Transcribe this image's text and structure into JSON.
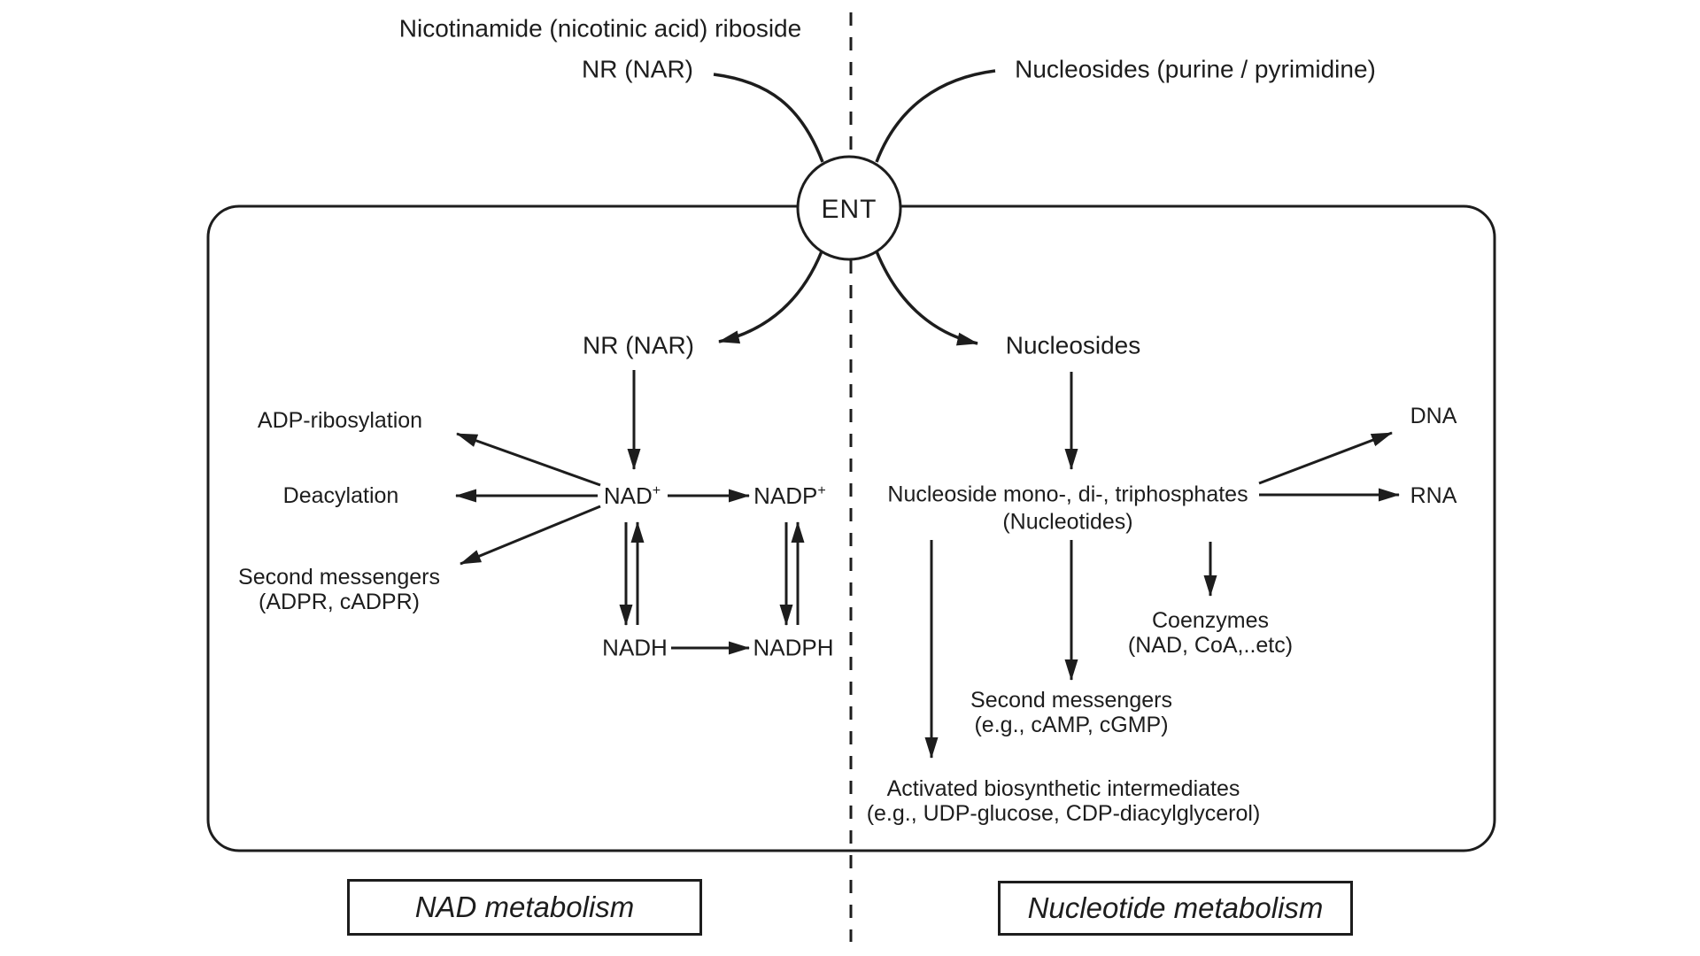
{
  "colors": {
    "ink": "#1d1d1d",
    "background": "#ffffff"
  },
  "extracellular": {
    "nr_title": "Nicotinamide (nicotinic acid) riboside",
    "nr_label": "NR (NAR)",
    "nucleosides_label": "Nucleosides (purine / pyrimidine)"
  },
  "transporter": {
    "label": "ENT"
  },
  "nad_side": {
    "nr_label": "NR (NAR)",
    "nad": {
      "base": "NAD",
      "sup": "+"
    },
    "nadp": {
      "base": "NADP",
      "sup": "+"
    },
    "nadh": "NADH",
    "nadph": "NADPH",
    "adp_ribosylation": "ADP-ribosylation",
    "deacylation": "Deacylation",
    "second_messengers_line1": "Second messengers",
    "second_messengers_line2": "(ADPR, cADPR)",
    "section_label": "NAD metabolism"
  },
  "nucleotide_side": {
    "nucleosides_label": "Nucleosides",
    "nucleotides_line1": "Nucleoside mono-, di-, triphosphates",
    "nucleotides_line2": "(Nucleotides)",
    "dna": "DNA",
    "rna": "RNA",
    "coenzymes_line1": "Coenzymes",
    "coenzymes_line2": "(NAD, CoA,..etc)",
    "second_messengers_line1": "Second messengers",
    "second_messengers_line2": "(e.g., cAMP, cGMP)",
    "activated_line1": "Activated biosynthetic intermediates",
    "activated_line2": "(e.g., UDP-glucose, CDP-diacylglycerol)",
    "section_label": "Nucleotide metabolism"
  }
}
